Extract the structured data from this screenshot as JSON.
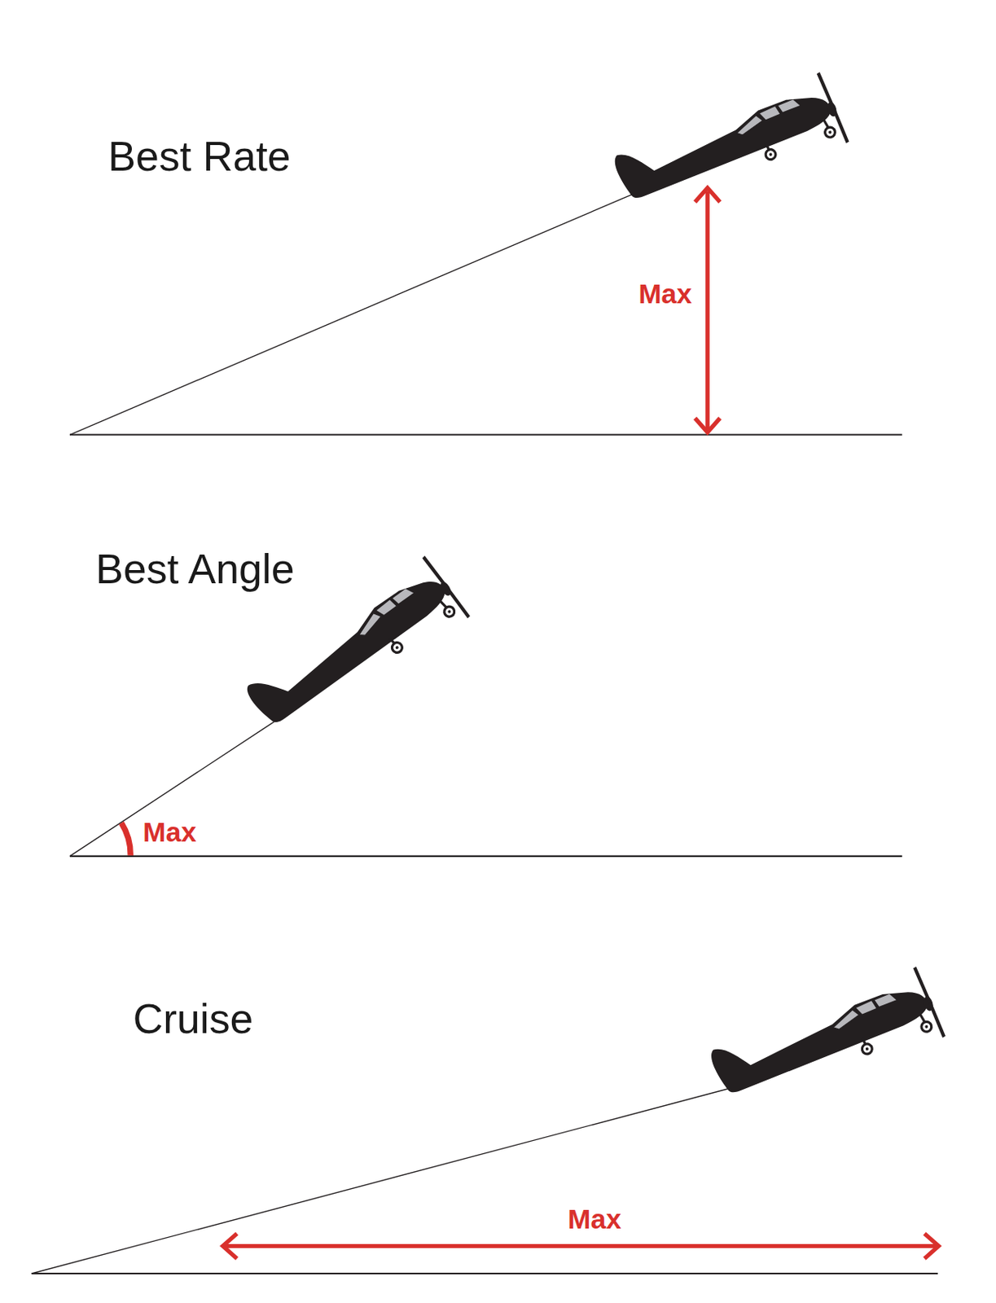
{
  "diagram": {
    "labels": [
      "Best Rate",
      "Max",
      "Best Angle",
      "Max",
      "Cruise",
      "Max"
    ]
  }
}
